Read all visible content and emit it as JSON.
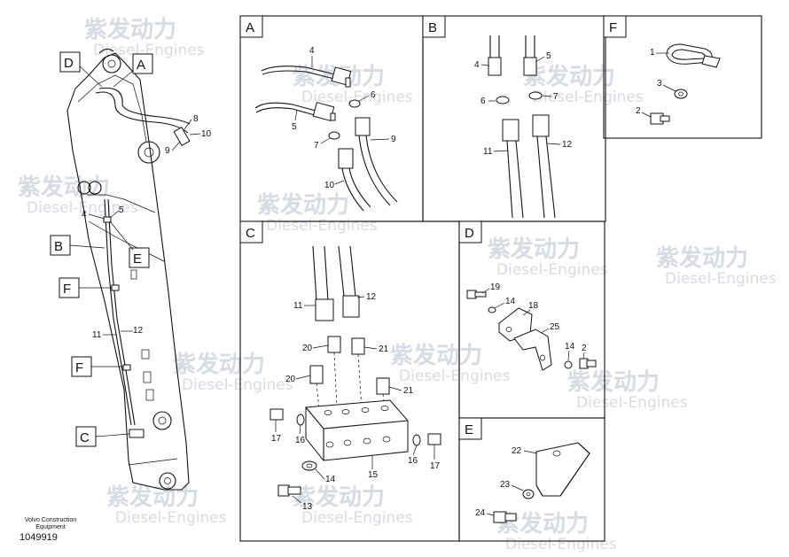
{
  "diagram": {
    "panels": [
      {
        "id": "A",
        "label": "A"
      },
      {
        "id": "B",
        "label": "B"
      },
      {
        "id": "C",
        "label": "C"
      },
      {
        "id": "D",
        "label": "D"
      },
      {
        "id": "E",
        "label": "E"
      },
      {
        "id": "F",
        "label": "F"
      }
    ],
    "overview_labels": [
      "D",
      "A",
      "B",
      "E",
      "F",
      "F",
      "C"
    ],
    "callouts": {
      "overview": [
        "8",
        "10",
        "9",
        "4",
        "5",
        "11",
        "12"
      ],
      "A": [
        "4",
        "5",
        "6",
        "7",
        "9",
        "10"
      ],
      "B": [
        "4",
        "5",
        "6",
        "7",
        "11",
        "12"
      ],
      "C": [
        "11",
        "12",
        "20",
        "21",
        "20",
        "21",
        "17",
        "16",
        "16",
        "17",
        "14",
        "15",
        "13"
      ],
      "D": [
        "19",
        "14",
        "18",
        "25",
        "14",
        "2"
      ],
      "E": [
        "22",
        "23",
        "24"
      ],
      "F": [
        "1",
        "3",
        "2"
      ]
    },
    "watermark": {
      "cn": "紫发动力",
      "en": "Diesel-Engines"
    }
  },
  "footer": {
    "brand_line1": "Volvo Construction",
    "brand_line2": "Equipment",
    "doc_number": "1049919"
  },
  "colors": {
    "line": "#111111",
    "watermark": "#d7dbe3"
  }
}
